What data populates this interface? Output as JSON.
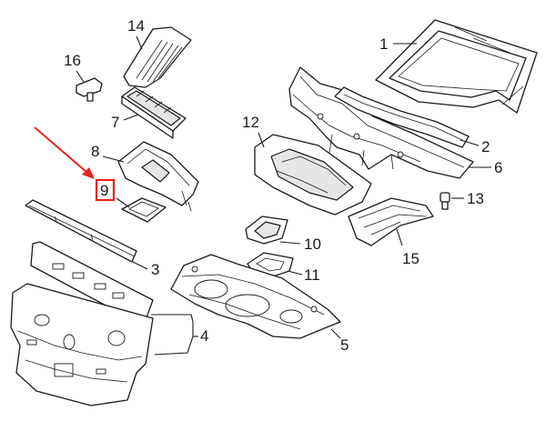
{
  "diagram": {
    "callouts": [
      {
        "id": "1",
        "label": "1"
      },
      {
        "id": "2",
        "label": "2"
      },
      {
        "id": "3",
        "label": "3"
      },
      {
        "id": "4",
        "label": "4"
      },
      {
        "id": "5",
        "label": "5"
      },
      {
        "id": "6",
        "label": "6"
      },
      {
        "id": "7",
        "label": "7"
      },
      {
        "id": "8",
        "label": "8"
      },
      {
        "id": "9",
        "label": "9"
      },
      {
        "id": "10",
        "label": "10"
      },
      {
        "id": "11",
        "label": "11"
      },
      {
        "id": "12",
        "label": "12"
      },
      {
        "id": "13",
        "label": "13"
      },
      {
        "id": "14",
        "label": "14"
      },
      {
        "id": "15",
        "label": "15"
      },
      {
        "id": "16",
        "label": "16"
      }
    ],
    "highlighted_callout": "9",
    "highlight_color": "#e8231e",
    "arrow_color": "#e8231e",
    "line_color": "#1a1a1a"
  }
}
